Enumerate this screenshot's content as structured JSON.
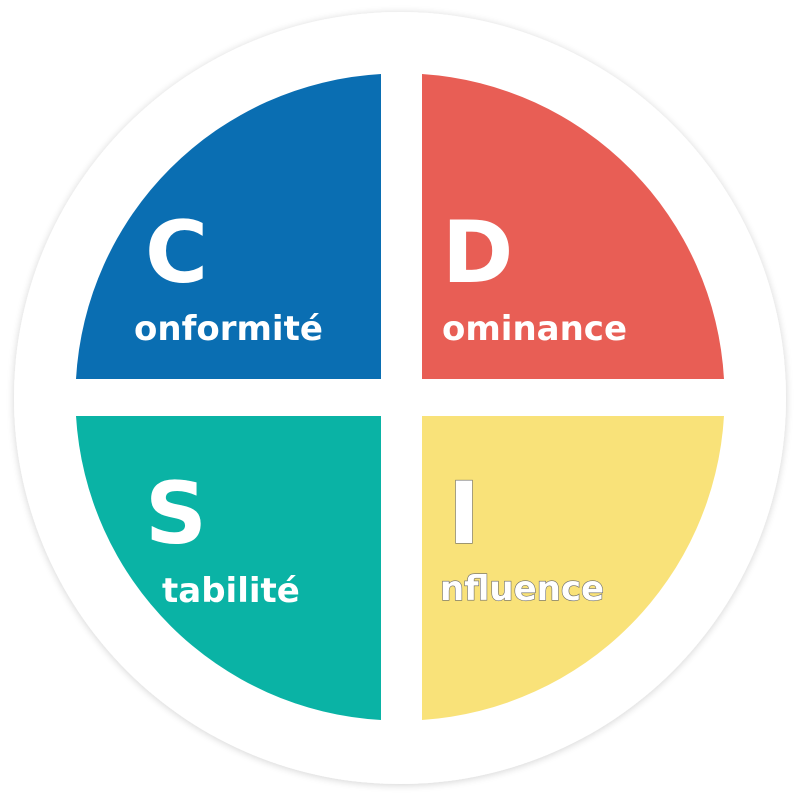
{
  "quadrants": {
    "conformite": {
      "letter": "C",
      "word": "onformité",
      "color": "#0a6eb2"
    },
    "dominance": {
      "letter": "D",
      "word": "ominance",
      "color": "#e85e55"
    },
    "stabilite": {
      "letter": "S",
      "word": "tabilité",
      "color": "#0ab3a5"
    },
    "influence": {
      "letter": "I",
      "word": "nfluence",
      "color": "#f9e279"
    }
  },
  "background": {
    "ring_color": "#ffffff",
    "page_color": "#ffffff"
  }
}
